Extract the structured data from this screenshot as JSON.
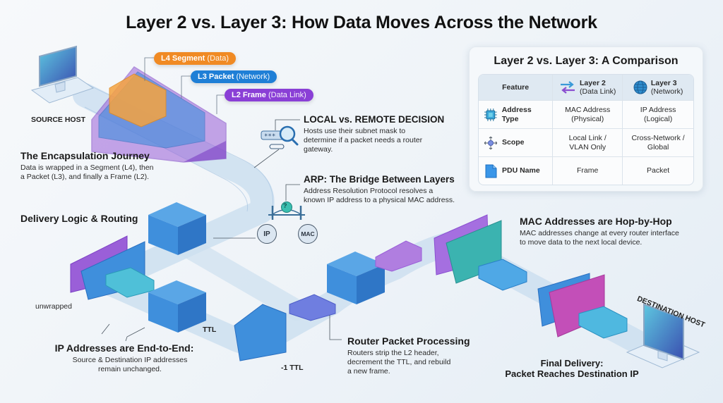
{
  "title": "Layer 2 vs. Layer 3: How Data Moves Across the Network",
  "hosts": {
    "source": "SOURCE HOST",
    "destination": "DESTINATION HOST"
  },
  "encapsulation_pills": [
    {
      "bold": "L4 Segment",
      "light": "(Data)",
      "color": "#f08a24"
    },
    {
      "bold": "L3 Packet",
      "light": "(Network)",
      "color": "#1f7fd6"
    },
    {
      "bold": "L2 Frame",
      "light": "(Data Link)",
      "color": "#8a3fd6"
    }
  ],
  "sections": {
    "encapsulation": {
      "heading": "The Encapsulation Journey",
      "body_line1": "Data is wrapped in a Segment (L4), then",
      "body_line2": "a Packet (L3), and finally a Frame (L2)."
    },
    "delivery": {
      "heading": "Delivery Logic & Routing"
    },
    "local_remote": {
      "heading": "LOCAL vs. REMOTE DECISION",
      "body_line1": "Hosts use their subnet mask to",
      "body_line2": "determine if a packet needs a router",
      "body_line3": "gateway."
    },
    "arp": {
      "heading": "ARP: The Bridge Between Layers",
      "body_line1": "Address Resolution Protocol resolves a",
      "body_line2": "known IP address to a physical MAC address.",
      "badge_question": "?",
      "ip_label": "IP",
      "mac_label": "MAC"
    },
    "mac_hop": {
      "heading": "MAC Addresses are Hop-by-Hop",
      "body_line1": "MAC addresses change at every router interface",
      "body_line2": "to move data to the next local device."
    },
    "ip_end": {
      "heading": "IP Addresses are End-to-End:",
      "body_line1": "Source & Destination IP addresses",
      "body_line2": "remain unchanged."
    },
    "router": {
      "heading": "Router Packet Processing",
      "body_line1": "Routers strip the L2 header,",
      "body_line2": "decrement the TTL, and rebuild",
      "body_line3": "a new frame."
    },
    "final": {
      "heading_line1": "Final Delivery:",
      "heading_line2": "Packet Reaches Destination IP"
    }
  },
  "path_labels": {
    "unwrapped": "unwrapped",
    "ttl": "TTL",
    "minus_ttl": "-1 TTL"
  },
  "comparison": {
    "title": "Layer 2 vs. Layer 3: A Comparison",
    "header": {
      "feature": "Feature",
      "layer2_name": "Layer 2",
      "layer2_sub": "(Data Link)",
      "layer3_name": "Layer 3",
      "layer3_sub": "(Network)"
    },
    "rows": [
      {
        "icon": "chip-icon",
        "feature": "Address Type",
        "l2_line1": "MAC Address",
        "l2_line2": "(Physical)",
        "l3_line1": "IP Address",
        "l3_line2": "(Logical)"
      },
      {
        "icon": "scope-arrows-icon",
        "feature": "Scope",
        "l2_line1": "Local Link /",
        "l2_line2": "VLAN Only",
        "l3_line1": "Cross-Network /",
        "l3_line2": "Global"
      },
      {
        "icon": "document-icon",
        "feature": "PDU Name",
        "l2_line1": "Frame",
        "l2_line2": "",
        "l3_line1": "Packet",
        "l3_line2": ""
      }
    ]
  },
  "colors": {
    "blue": "#3f8fdc",
    "purple": "#9a5fd8",
    "teal": "#3bb3b0",
    "magenta": "#c34fb8",
    "orange": "#f08a24",
    "path": "#cfe0ee"
  }
}
